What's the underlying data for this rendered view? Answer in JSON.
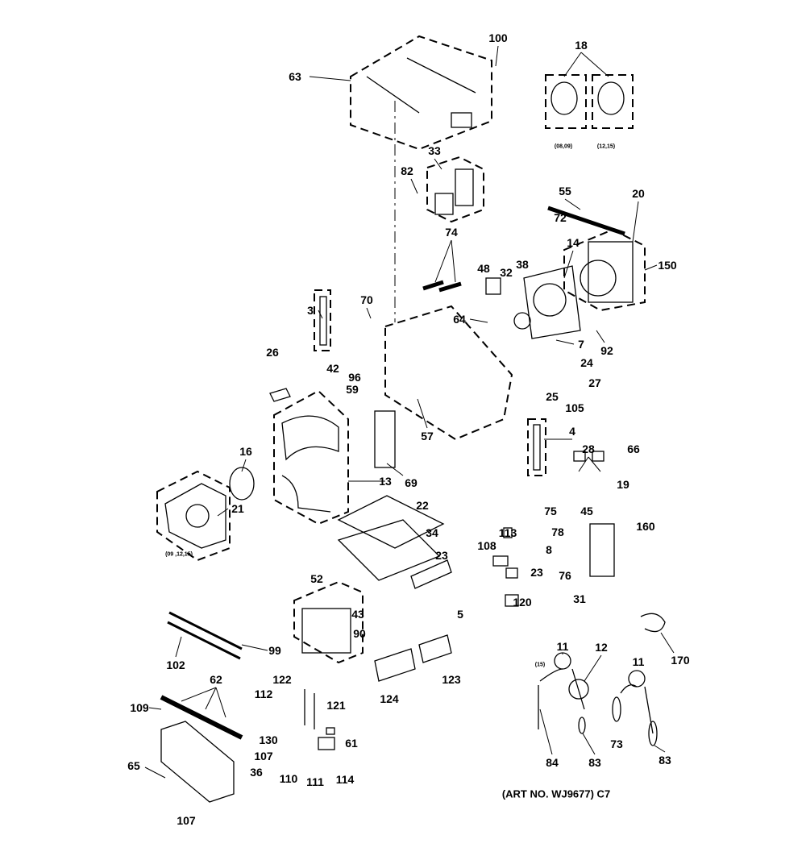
{
  "diagram": {
    "part_labels": [
      "100",
      "18",
      "63",
      "33",
      "82",
      "55",
      "20",
      "72",
      "14",
      "48",
      "32",
      "38",
      "74",
      "150",
      "3",
      "70",
      "64",
      "7",
      "92",
      "24",
      "42",
      "96",
      "26",
      "59",
      "27",
      "25",
      "105",
      "57",
      "4",
      "28",
      "66",
      "16",
      "19",
      "13",
      "69",
      "45",
      "75",
      "160",
      "22",
      "21",
      "78",
      "113",
      "34",
      "8",
      "108",
      "23",
      "23",
      "76",
      "31",
      "120",
      "52",
      "43",
      "5",
      "90",
      "99",
      "170",
      "102",
      "11",
      "12",
      "11",
      "123",
      "124",
      "62",
      "122",
      "112",
      "121",
      "109",
      "130",
      "61",
      "107",
      "65",
      "36",
      "110",
      "111",
      "114",
      "84",
      "83",
      "73",
      "83",
      "107"
    ],
    "model_notes": [
      "(08,09)",
      "(12,15)",
      "(09 ,12,15)",
      "(15)"
    ],
    "caption": "(ART NO. WJ9677) C7",
    "line_color": "#000000",
    "background": "#ffffff"
  }
}
